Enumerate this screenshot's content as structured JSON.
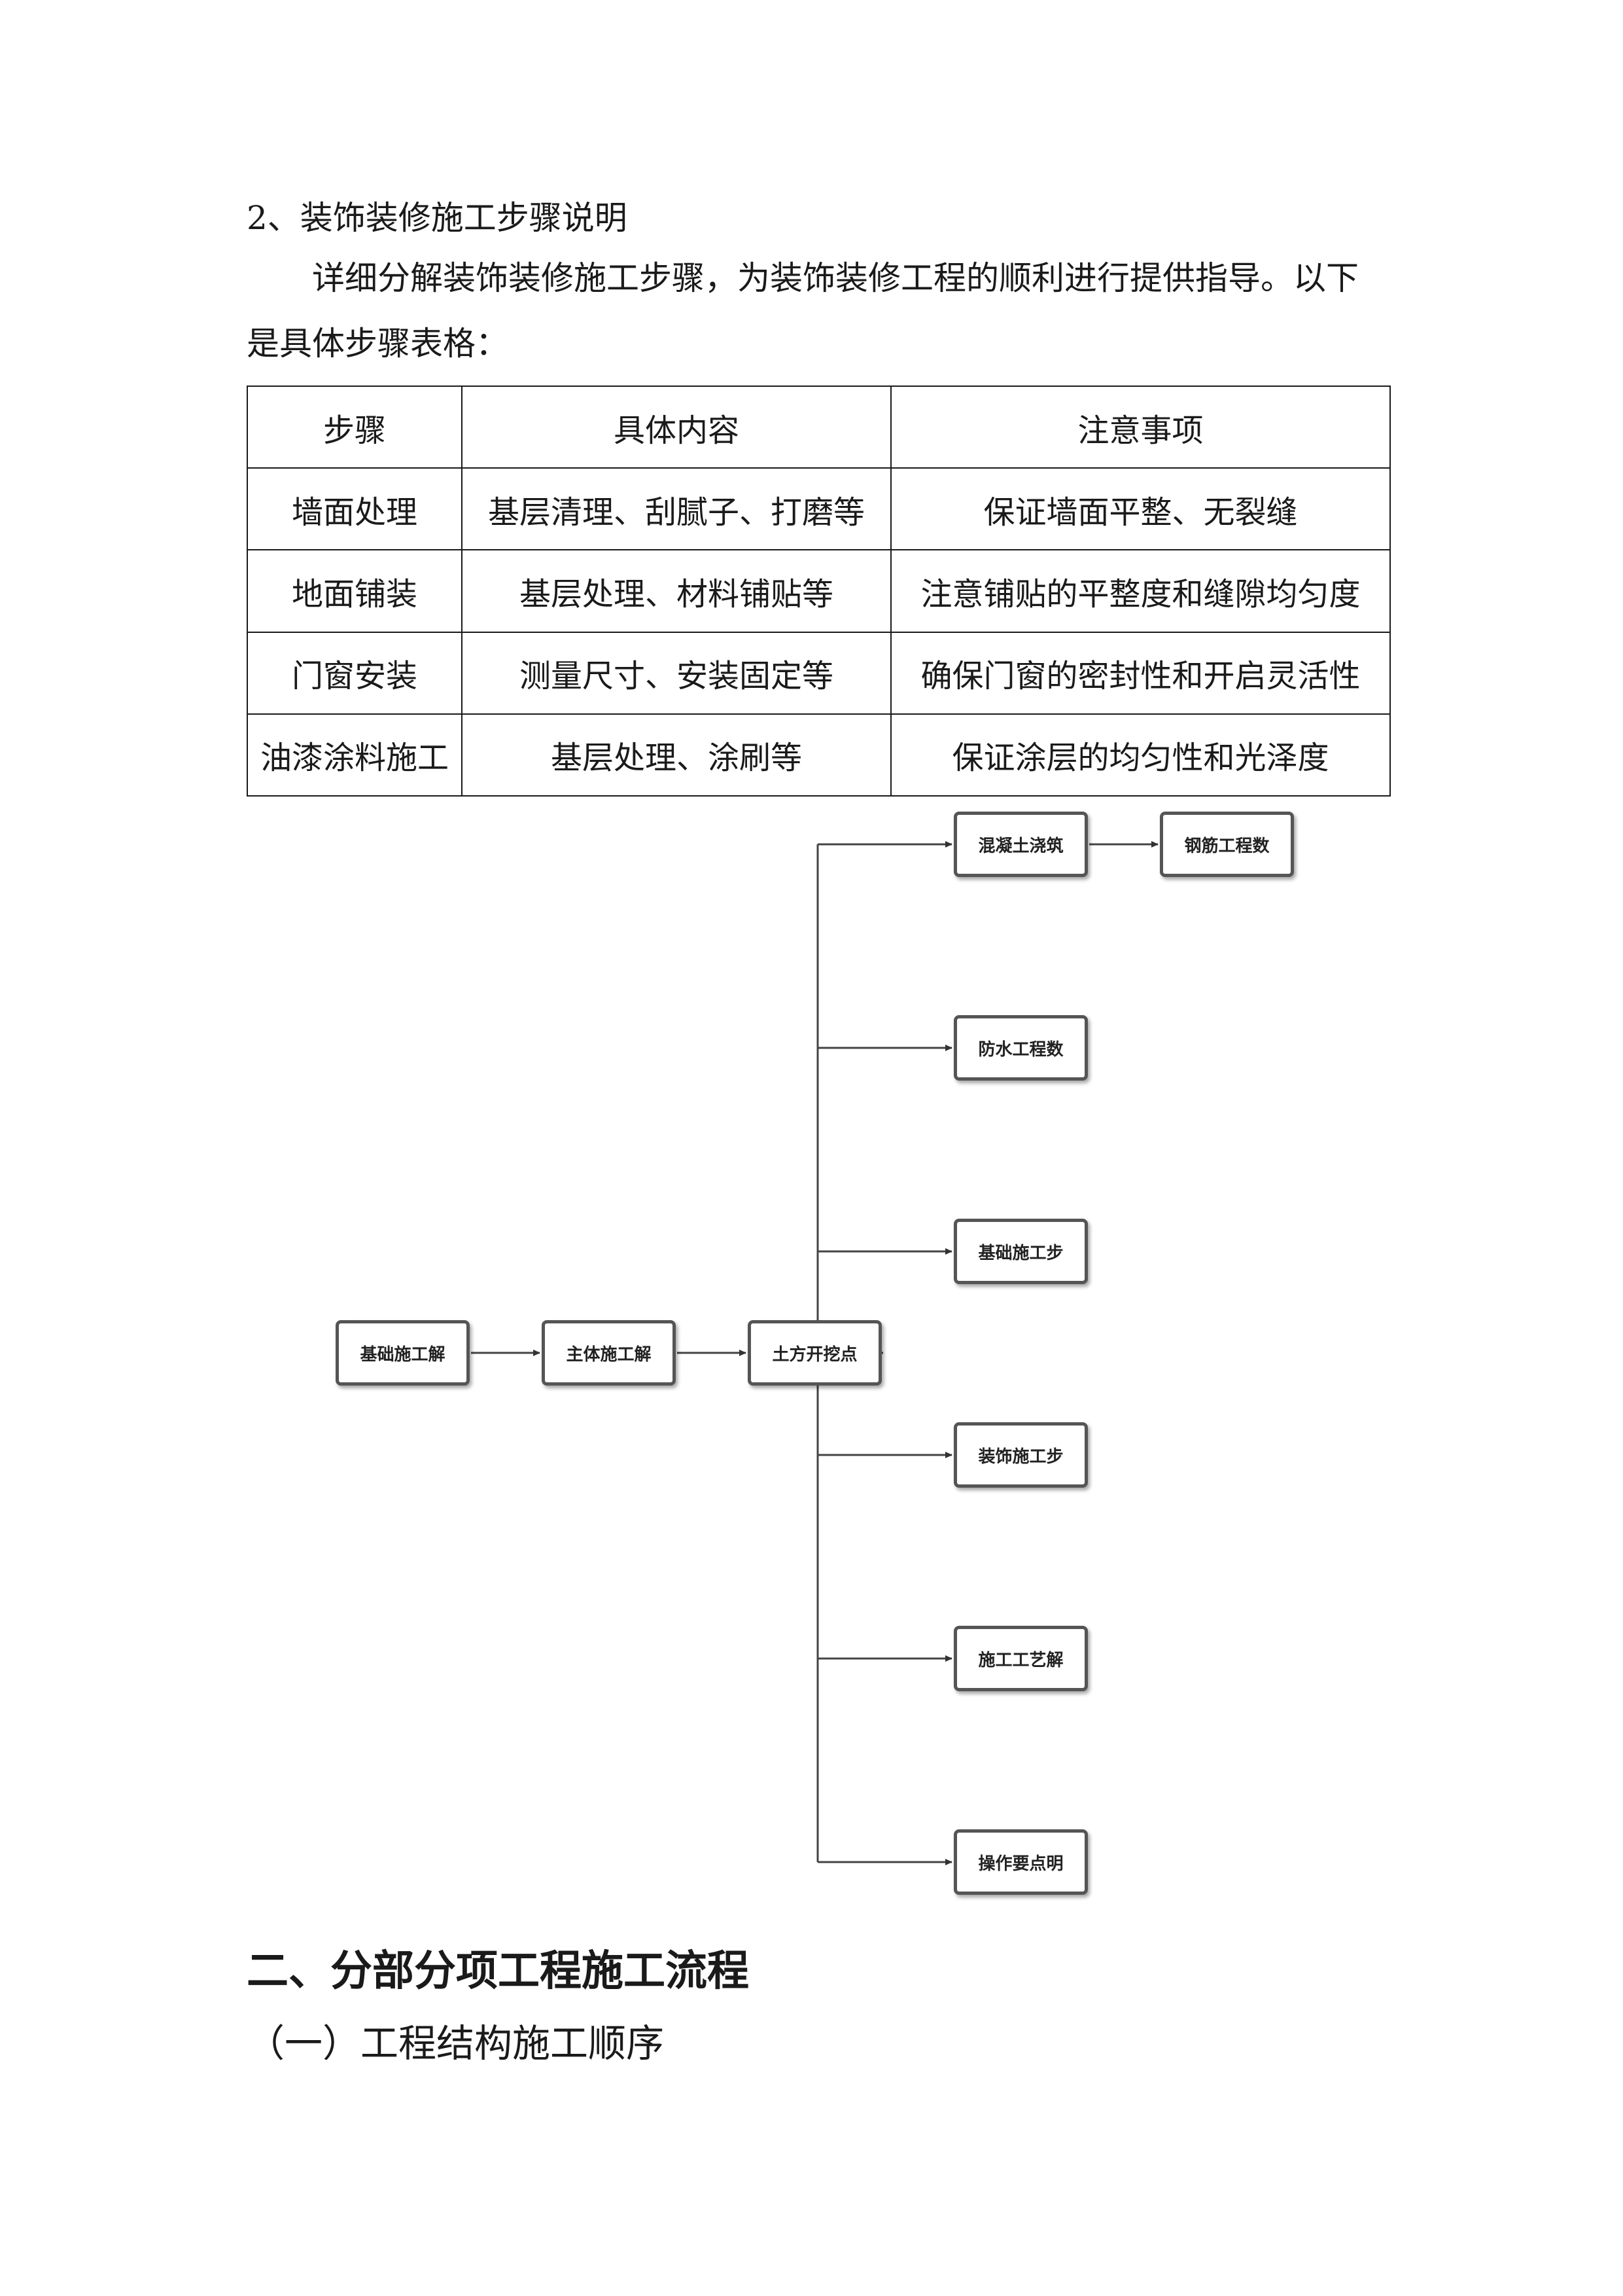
{
  "section_title": "2、装饰装修施工步骤说明",
  "intro_line1": "详细分解装饰装修施工步骤，为装饰装修工程的顺利进行提供指导。以下",
  "intro_line2": "是具体步骤表格：",
  "table": {
    "headers": [
      "步骤",
      "具体内容",
      "注意事项"
    ],
    "rows": [
      [
        "墙面处理",
        "基层清理、刮腻子、打磨等",
        "保证墙面平整、无裂缝"
      ],
      [
        "地面铺装",
        "基层处理、材料铺贴等",
        "注意铺贴的平整度和缝隙均匀度"
      ],
      [
        "门窗安装",
        "测量尺寸、安装固定等",
        "确保门窗的密封性和开启灵活性"
      ],
      [
        "油漆涂料施工",
        "基层处理、涂刷等",
        "保证涂层的均匀性和光泽度"
      ]
    ]
  },
  "flowchart": {
    "nodes": {
      "n1": "基础施工解",
      "n2": "主体施工解",
      "n3": "土方开挖点",
      "b1": "混凝土浇筑",
      "b1b": "钢筋工程数",
      "b2": "防水工程数",
      "b3": "基础施工步",
      "b4": "装饰施工步",
      "b5": "施工工艺解",
      "b6": "操作要点明"
    }
  },
  "heading_chapter": "二、分部分项工程施工流程",
  "heading_sub": "（一）工程结构施工顺序"
}
